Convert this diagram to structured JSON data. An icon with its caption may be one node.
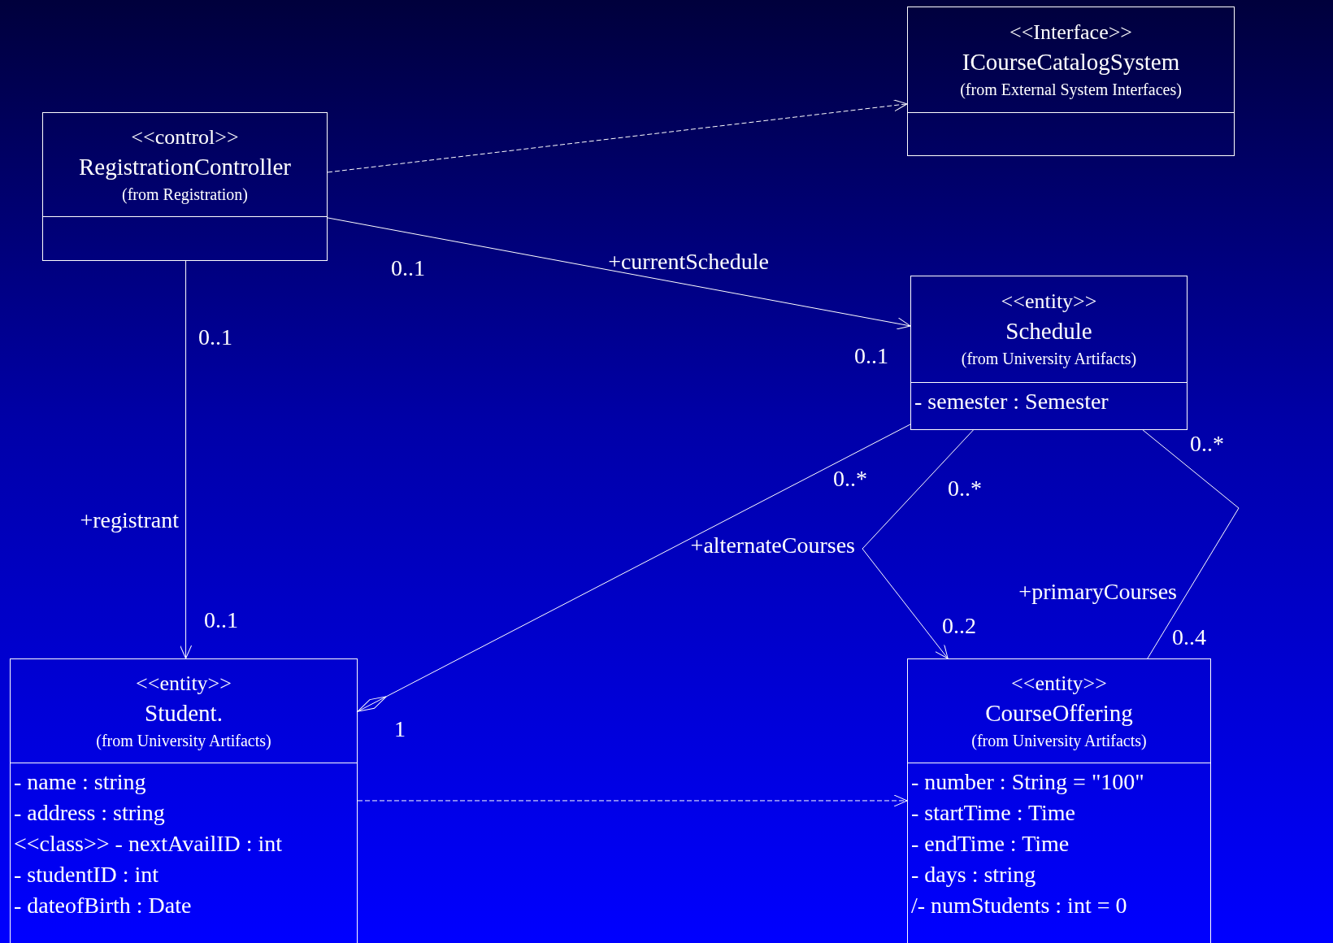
{
  "diagram": {
    "nodes": [
      {
        "text": [
          "<<control>>",
          "RegistrationController",
          "(from Registration)"
        ]
      },
      {
        "text": [
          "<<Interface>>",
          "ICourseCatalogSystem",
          "(from External System Interfaces)"
        ]
      },
      {
        "text": [
          "<<entity>>",
          "Schedule",
          "(from University Artifacts)",
          "- semester : Semester"
        ]
      },
      {
        "text": [
          "<<entity>>",
          "Student.",
          "(from University Artifacts)",
          "- name : string",
          "- address : string",
          "<<class>> - nextAvailID : int",
          "- studentID : int",
          "- dateofBirth : Date"
        ]
      },
      {
        "text": [
          "<<entity>>",
          "CourseOffering",
          "(from University Artifacts)",
          "- number : String = \"100\"",
          "- startTime : Time",
          "- endTime : Time",
          "- days : string",
          "/- numStudents : int = 0"
        ]
      }
    ],
    "edges": [
      {
        "from": 0,
        "to": 1,
        "arrow": "to",
        "style": "dashed"
      },
      {
        "from": 0,
        "to": 2,
        "arrow": "to",
        "label": "+currentSchedule"
      },
      {
        "from": 0,
        "to": 3,
        "arrow": "to",
        "label": "+registrant"
      },
      {
        "from": 2,
        "to": 3,
        "arrow": "other"
      },
      {
        "from": 2,
        "to": 4,
        "arrow": "to",
        "label": "+alternateCourses"
      },
      {
        "from": 2,
        "to": 4,
        "arrow": "none",
        "label": "+primaryCourses"
      },
      {
        "from": 3,
        "to": 4,
        "arrow": "to",
        "style": "dashed"
      }
    ],
    "labels": [
      "0..1",
      "0..1",
      "0..1",
      "0..*",
      "0..*",
      "0..*",
      "0..1",
      "0..2",
      "0..4",
      "1"
    ]
  }
}
